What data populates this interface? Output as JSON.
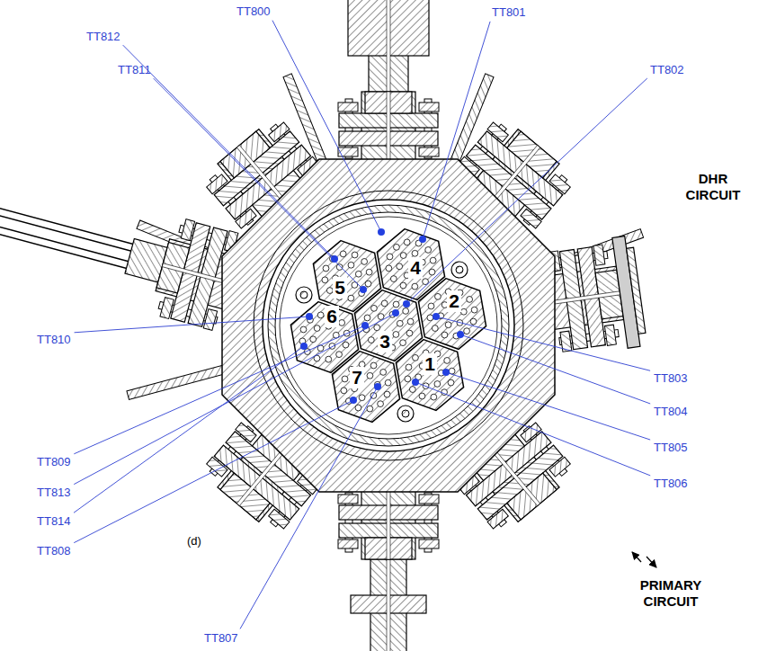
{
  "diagram": {
    "nodes": [
      {
        "text": [
          "5"
        ]
      },
      {
        "text": [
          "4"
        ]
      },
      {
        "text": [
          "6"
        ]
      },
      {
        "text": [
          "3"
        ]
      },
      {
        "text": [
          "2"
        ]
      },
      {
        "text": [
          "7"
        ]
      },
      {
        "text": [
          "1"
        ]
      }
    ],
    "labels": [
      "TT800",
      "TT801",
      "TT812",
      "TT811",
      "TT802",
      "DHR CIRCUIT",
      "TT810",
      "TT803",
      "TT804",
      "TT805",
      "TT809",
      "TT806",
      "TT813",
      "TT814",
      "(d)",
      "TT808",
      "PRIMARY CIRCUIT",
      "TT807"
    ]
  }
}
